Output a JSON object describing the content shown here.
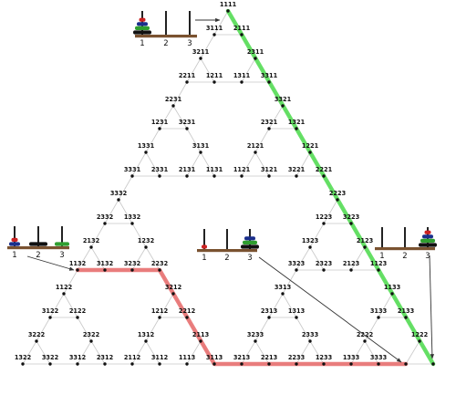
{
  "colors": {
    "edge": "#c8c8c8",
    "node": "#111111",
    "label": "#111111",
    "shortest_path": "#55dd55",
    "alternate_path": "#e87070",
    "wood": "#7a5230",
    "peg": "#222222",
    "disk_small": "#cc2222",
    "disk_medium": "#1b2f8c",
    "disk_large": "#2f9e2f",
    "disk_black": "#111111",
    "arrow": "#333333"
  },
  "states": [
    "1111",
    "3111",
    "2111",
    "3211",
    "2311",
    "2211",
    "1211",
    "1311",
    "3311",
    "2231",
    "3321",
    "1231",
    "3231",
    "2321",
    "1321",
    "1331",
    "3131",
    "2121",
    "1221",
    "3331",
    "2331",
    "2131",
    "1131",
    "1121",
    "3121",
    "3221",
    "2221",
    "3332",
    "2223",
    "2332",
    "1332",
    "1223",
    "3223",
    "2132",
    "1232",
    "1323",
    "2123",
    "1132",
    "3132",
    "3232",
    "2232",
    "3323",
    "2323",
    "2123",
    "1123",
    "1122",
    "3212",
    "3313",
    "1133",
    "3122",
    "2122",
    "1212",
    "2212",
    "2313",
    "1313",
    "3133",
    "2133",
    "3222",
    "2322",
    "1312",
    "2113",
    "3233",
    "2333",
    "2222",
    "1222",
    "1322",
    "3322",
    "3312",
    "2312",
    "2112",
    "3112",
    "1113",
    "3113",
    "3213",
    "2213",
    "2233",
    "1233",
    "1333",
    "3333"
  ],
  "pegs": [
    "1",
    "2",
    "3"
  ],
  "puzzle_icons": [
    {
      "name": "start-state",
      "pegs": [
        "1",
        "2",
        "3"
      ]
    },
    {
      "name": "left-corner-state",
      "pegs": [
        "1",
        "2",
        "3"
      ]
    },
    {
      "name": "middle-state",
      "pegs": [
        "1",
        "2",
        "3"
      ]
    },
    {
      "name": "right-corner-state",
      "pegs": [
        "1",
        "2",
        "3"
      ]
    }
  ]
}
